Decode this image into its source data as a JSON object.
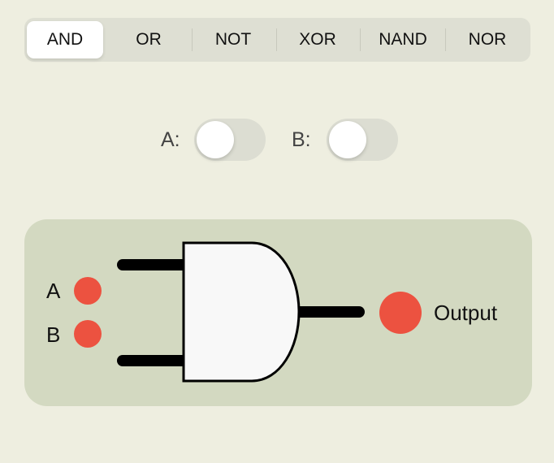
{
  "gate_selector": {
    "options": [
      "AND",
      "OR",
      "NOT",
      "XOR",
      "NAND",
      "NOR"
    ],
    "selected": "AND"
  },
  "inputs": {
    "a": {
      "label": "A:",
      "on": false
    },
    "b": {
      "label": "B:",
      "on": false
    }
  },
  "diagram": {
    "input_a_label": "A",
    "input_b_label": "B",
    "output_label": "Output",
    "gate": "AND",
    "input_a_state": false,
    "input_b_state": false,
    "output_state": false,
    "led_off_color": "#ec5240"
  }
}
